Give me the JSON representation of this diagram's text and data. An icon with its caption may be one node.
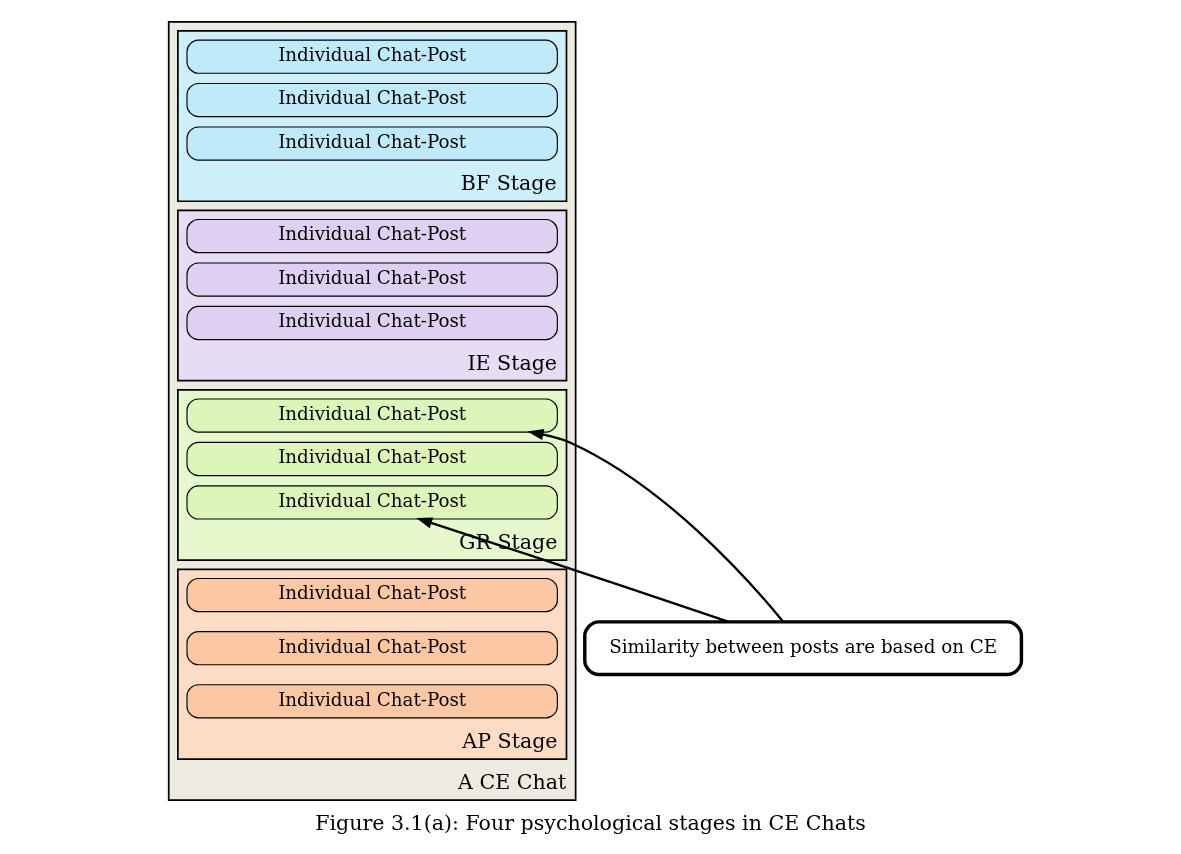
{
  "diagram": {
    "caption": "Figure 3.1(a): Four psychological stages in CE Chats",
    "nodes": [
      {
        "text": [
          "A CE Chat"
        ]
      },
      {
        "text": [
          "BF Stage"
        ],
        "in": 0
      },
      {
        "text": [
          "Individual Chat-Post"
        ],
        "in": 1
      },
      {
        "text": [
          "Individual Chat-Post"
        ],
        "in": 1
      },
      {
        "text": [
          "Individual Chat-Post"
        ],
        "in": 1
      },
      {
        "text": [
          "IE Stage"
        ],
        "in": 0
      },
      {
        "text": [
          "Individual Chat-Post"
        ],
        "in": 5
      },
      {
        "text": [
          "Individual Chat-Post"
        ],
        "in": 5
      },
      {
        "text": [
          "Individual Chat-Post"
        ],
        "in": 5
      },
      {
        "text": [
          "GR Stage"
        ],
        "in": 0
      },
      {
        "text": [
          "Individual Chat-Post"
        ],
        "in": 9
      },
      {
        "text": [
          "Individual Chat-Post"
        ],
        "in": 9
      },
      {
        "text": [
          "Individual Chat-Post"
        ],
        "in": 9
      },
      {
        "text": [
          "AP Stage"
        ],
        "in": 0
      },
      {
        "text": [
          "Individual Chat-Post"
        ],
        "in": 13
      },
      {
        "text": [
          "Individual Chat-Post"
        ],
        "in": 13
      },
      {
        "text": [
          "Individual Chat-Post"
        ],
        "in": 13
      },
      {
        "text": [
          "Similarity between posts are based on CE"
        ]
      }
    ],
    "edges": [
      {
        "from": 17,
        "to": 10,
        "arrow": "to"
      },
      {
        "from": 17,
        "to": 12,
        "arrow": "to"
      }
    ]
  }
}
